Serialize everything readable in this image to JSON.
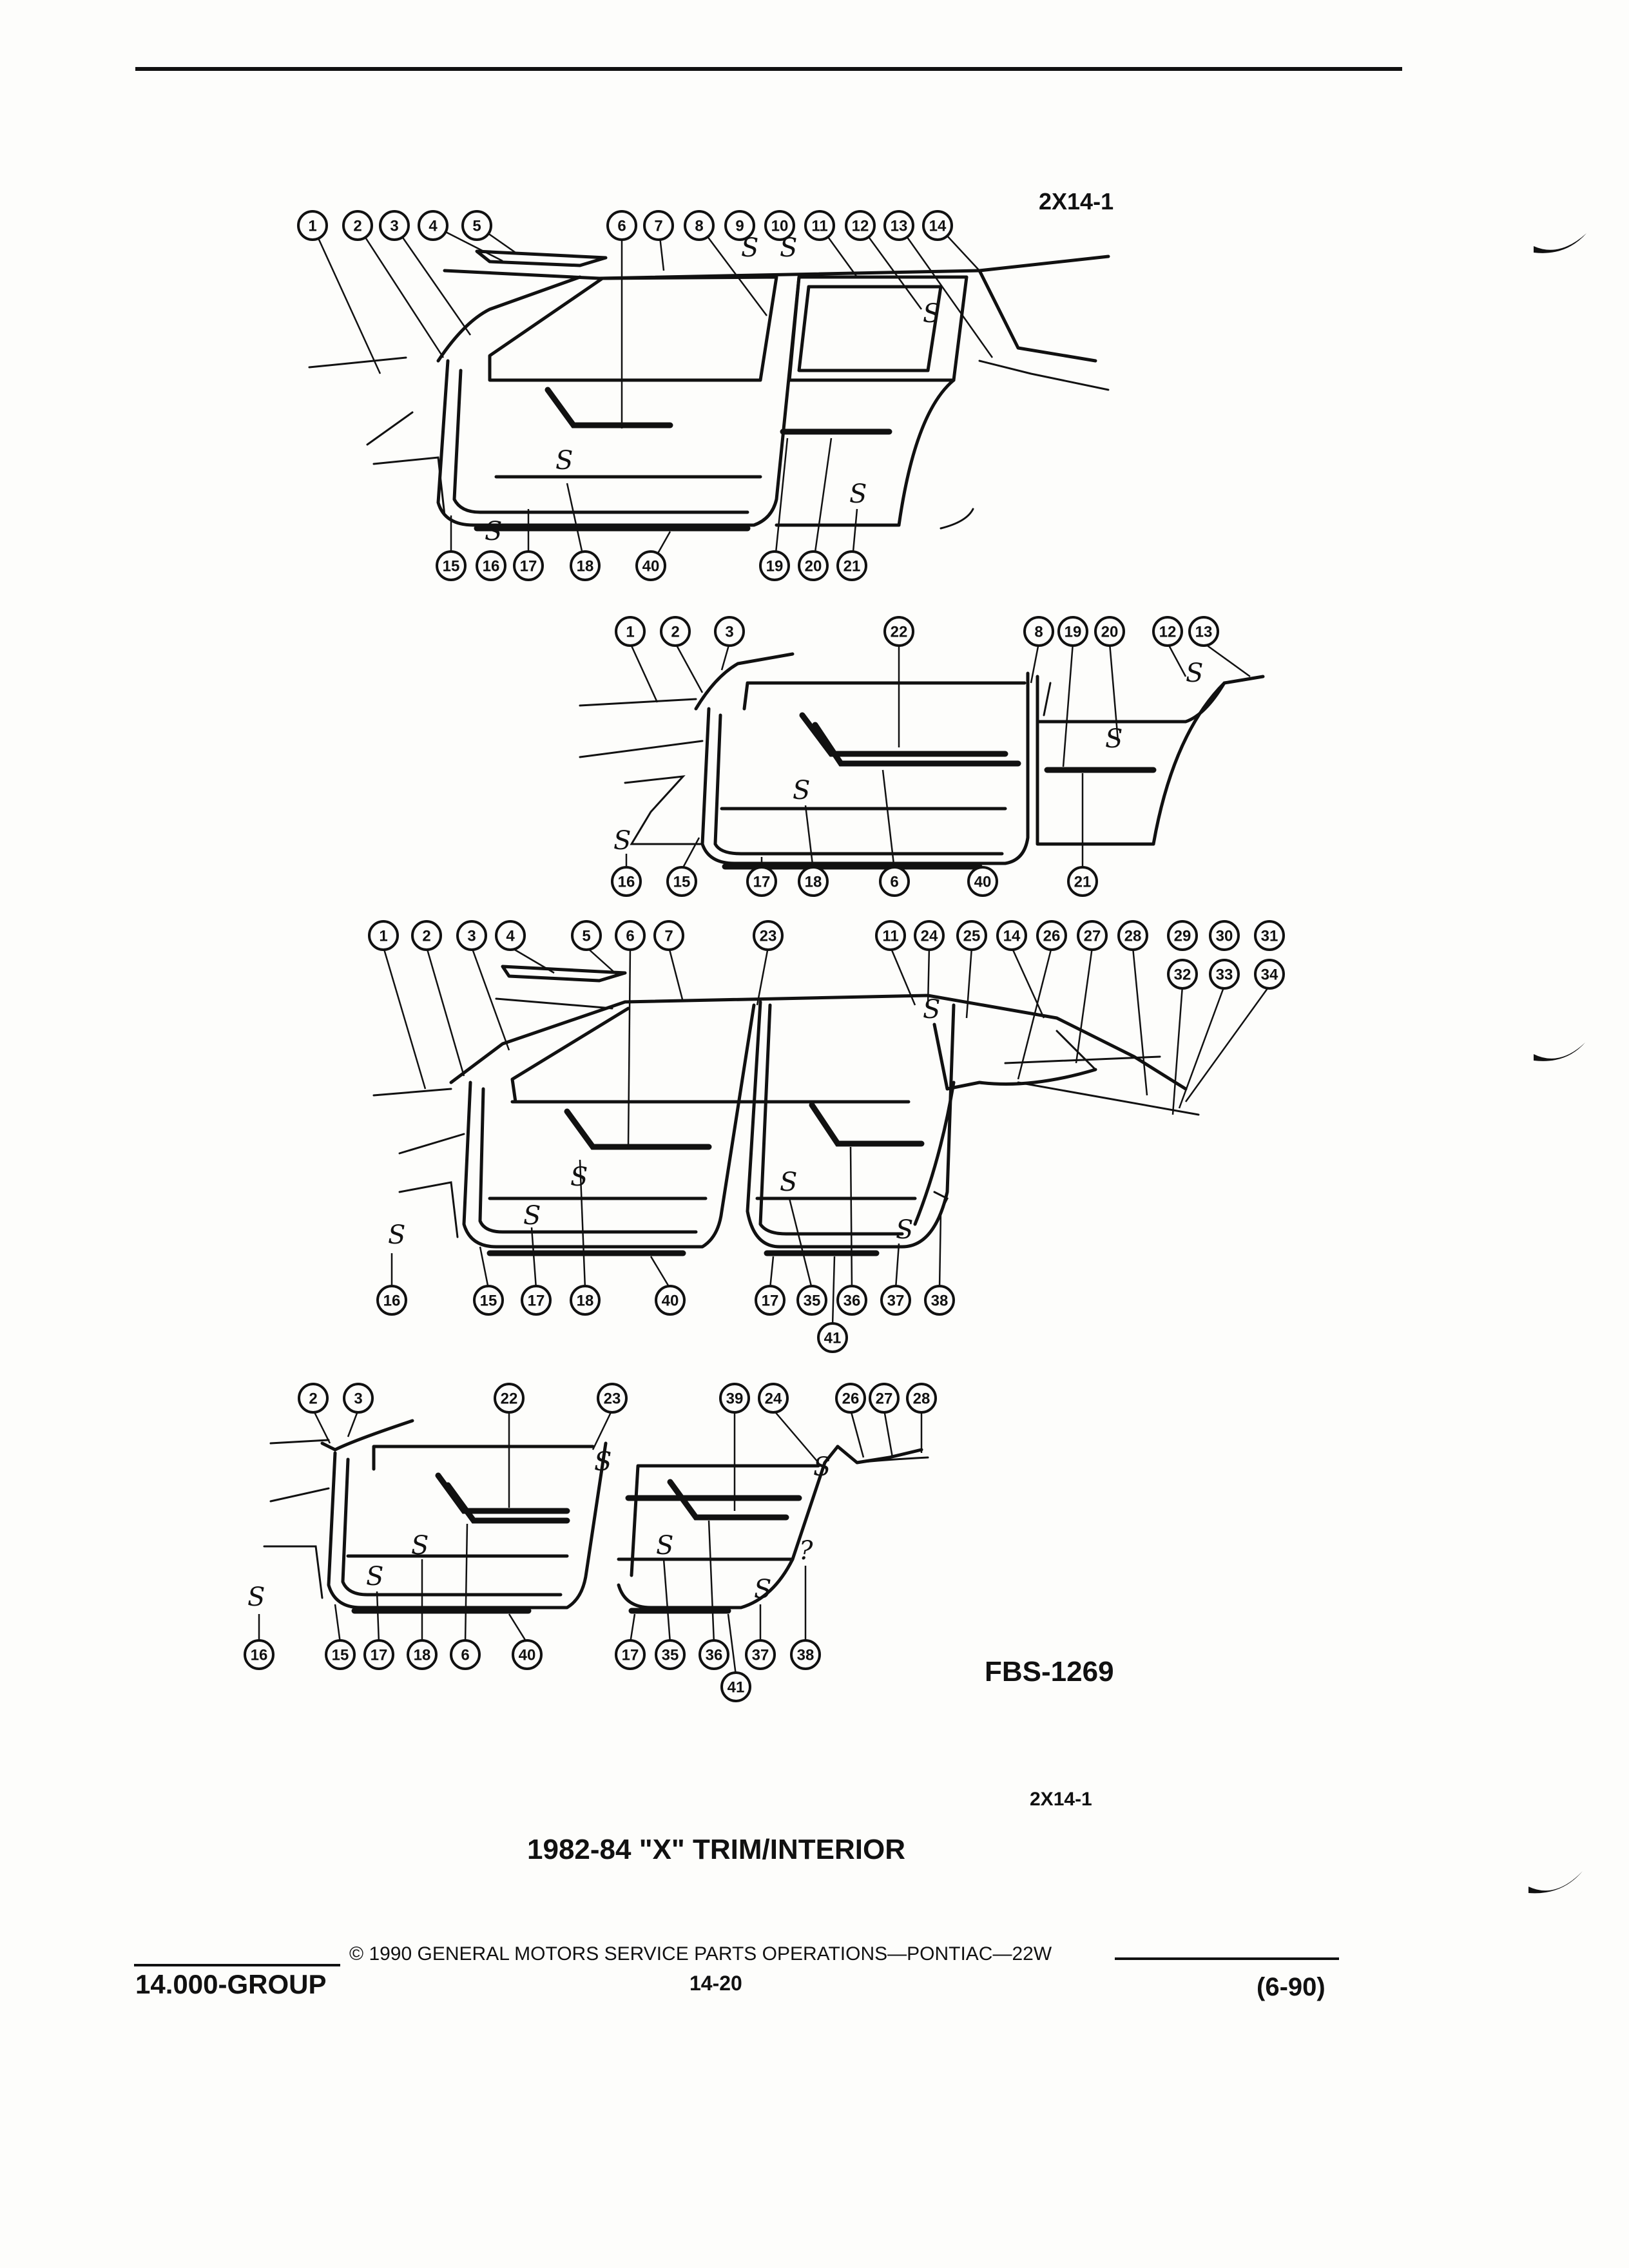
{
  "header": {
    "diagram_code": "2X14-1"
  },
  "figure_ref": "FBS-1269",
  "caption": {
    "code": "2X14-1",
    "title": "1982-84 \"X\" TRIM/INTERIOR"
  },
  "footer": {
    "group": "14.000-GROUP",
    "copyright": "© 1990 GENERAL MOTORS SERVICE PARTS OPERATIONS—PONTIAC—22W",
    "page": "14-20",
    "date_code": "(6-90)"
  },
  "views": [
    {
      "name": "view-1",
      "callouts": [
        "1",
        "2",
        "3",
        "4",
        "5",
        "6",
        "7",
        "8",
        "9",
        "10",
        "11",
        "12",
        "13",
        "14",
        "15",
        "16",
        "17",
        "18",
        "40",
        "19",
        "20",
        "21"
      ]
    },
    {
      "name": "view-2",
      "callouts": [
        "1",
        "2",
        "3",
        "22",
        "8",
        "19",
        "20",
        "12",
        "13",
        "16",
        "15",
        "17",
        "18",
        "6",
        "40",
        "21"
      ]
    },
    {
      "name": "view-3",
      "callouts": [
        "1",
        "2",
        "3",
        "4",
        "5",
        "6",
        "7",
        "23",
        "11",
        "24",
        "25",
        "14",
        "26",
        "27",
        "28",
        "29",
        "30",
        "31",
        "32",
        "33",
        "34",
        "16",
        "15",
        "17",
        "18",
        "40",
        "17",
        "35",
        "36",
        "37",
        "38",
        "41"
      ]
    },
    {
      "name": "view-4",
      "callouts": [
        "2",
        "3",
        "22",
        "23",
        "39",
        "24",
        "26",
        "27",
        "28",
        "16",
        "15",
        "17",
        "18",
        "6",
        "40",
        "17",
        "35",
        "36",
        "37",
        "38",
        "41"
      ]
    }
  ]
}
